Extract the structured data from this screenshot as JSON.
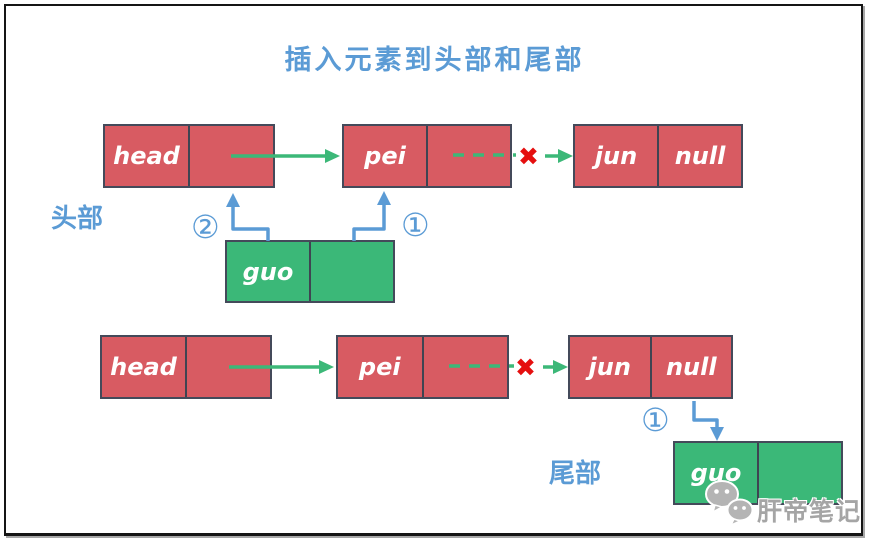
{
  "title": "插入元素到头部和尾部",
  "section_labels": {
    "head": "头部",
    "tail": "尾部"
  },
  "steps": {
    "top_step2": "②",
    "top_step1": "①",
    "bottom_step1": "①"
  },
  "icons": {
    "broken_link_cross": "✖",
    "wechat": "wechat-icon"
  },
  "top_list": {
    "head": {
      "data": "head",
      "pointer": ""
    },
    "pei": {
      "data": "pei",
      "pointer": ""
    },
    "jun": {
      "data": "jun",
      "pointer": "null"
    },
    "new_node": {
      "data": "guo",
      "pointer": ""
    }
  },
  "bottom_list": {
    "head": {
      "data": "head",
      "pointer": ""
    },
    "pei": {
      "data": "pei",
      "pointer": ""
    },
    "jun": {
      "data": "jun",
      "pointer": "null"
    },
    "new_node": {
      "data": "guo",
      "pointer": ""
    }
  },
  "watermark": {
    "text": "肝帝笔记"
  },
  "colors": {
    "node_red": "#d85b62",
    "node_green": "#3bb878",
    "arrow_green": "#3cb878",
    "arrow_blue": "#5b9bd5",
    "cross_red": "#e50f0f",
    "label_blue": "#5b9bd5",
    "node_border": "#444a5a",
    "watermark_gray": "#a5a5a5"
  }
}
